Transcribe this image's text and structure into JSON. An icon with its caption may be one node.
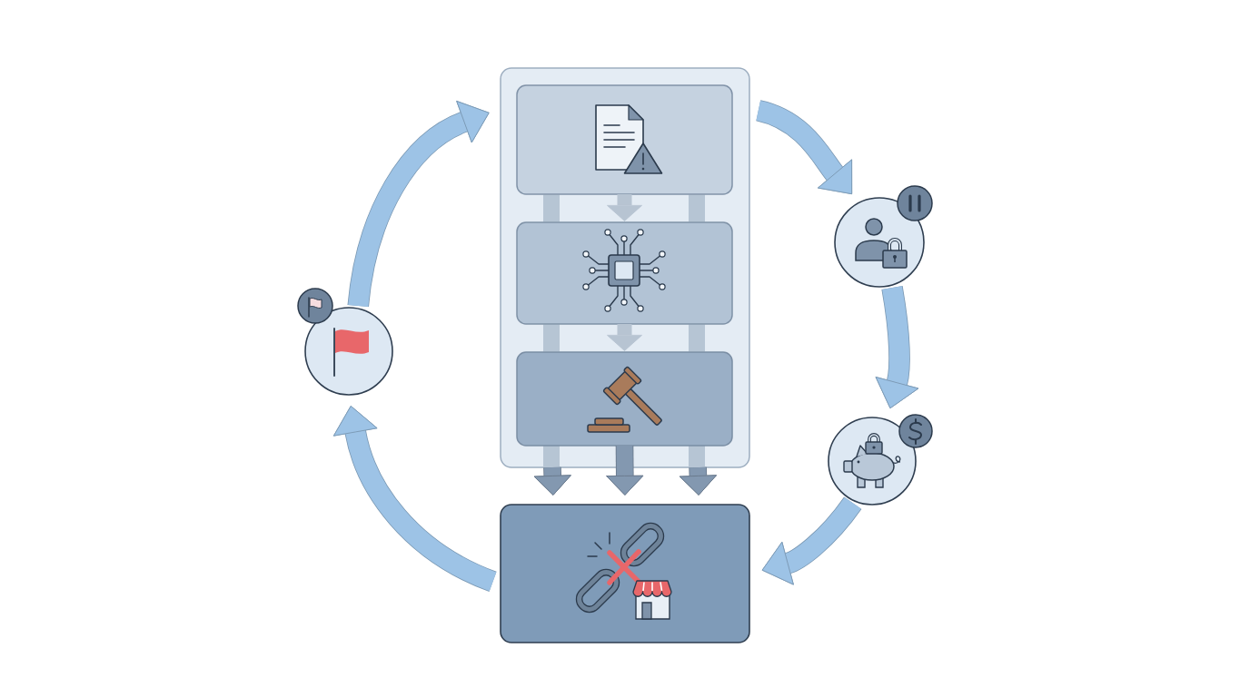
{
  "diagram": {
    "nodes": [
      {
        "text": [],
        "shape": "box"
      },
      {
        "text": [],
        "shape": "box",
        "in": 0
      },
      {
        "text": [],
        "shape": "box",
        "in": 0
      },
      {
        "text": [],
        "shape": "box",
        "in": 0
      },
      {
        "text": [],
        "shape": "circle"
      },
      {
        "text": [],
        "shape": "circle"
      },
      {
        "text": [],
        "shape": "box"
      },
      {
        "text": [],
        "shape": "circle"
      }
    ],
    "edges": [
      {
        "from": 0,
        "to": 4,
        "arrow": "to"
      },
      {
        "from": 4,
        "to": 5,
        "arrow": "to"
      },
      {
        "from": 5,
        "to": 6,
        "arrow": "to"
      },
      {
        "from": 6,
        "to": 7,
        "arrow": "to"
      },
      {
        "from": 7,
        "to": 0,
        "arrow": "to"
      },
      {
        "from": 1,
        "to": 2,
        "arrow": "to",
        "color": "#b7c4d2"
      },
      {
        "from": 2,
        "to": 3,
        "arrow": "to",
        "color": "#b7c4d2"
      },
      {
        "from": 0,
        "to": 6,
        "arrow": "to",
        "color": "#8398b0"
      },
      {
        "from": 3,
        "to": 6,
        "arrow": "to",
        "color": "#8398b0"
      },
      {
        "from": 0,
        "to": 6,
        "arrow": "to",
        "color": "#8398b0"
      }
    ]
  }
}
